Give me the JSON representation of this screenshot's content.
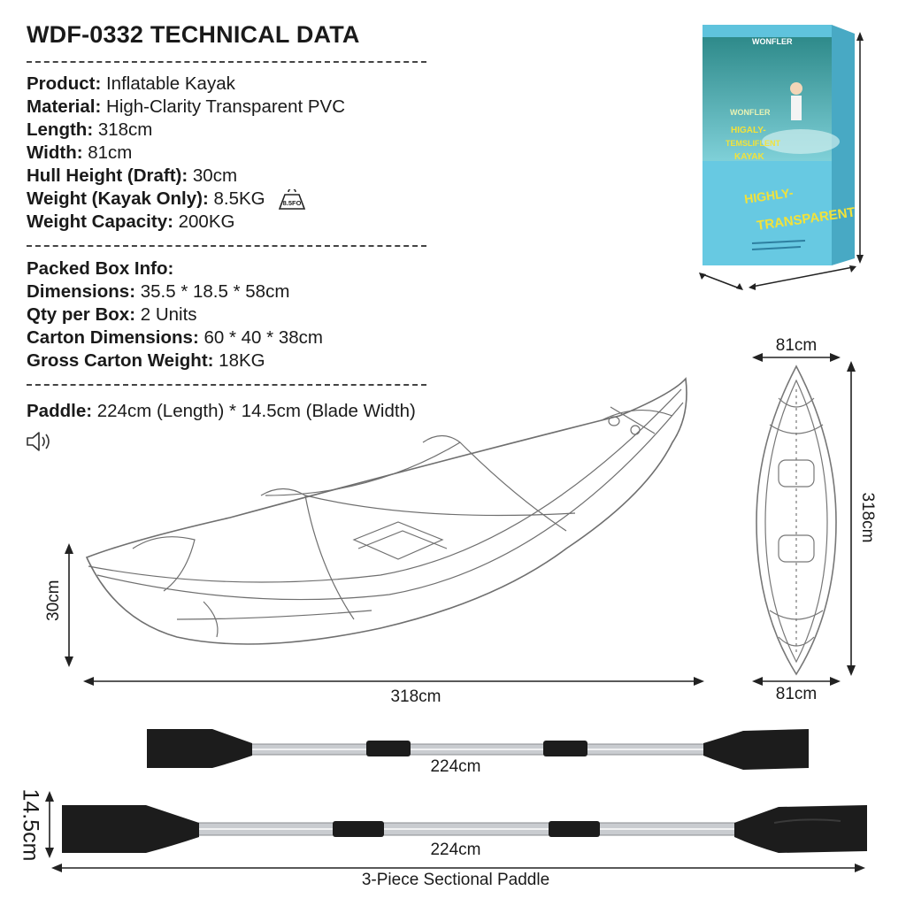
{
  "title": "WDF-0332 TECHNICAL DATA",
  "specs": [
    {
      "label": "Product:",
      "value": " Inflatable Kayak"
    },
    {
      "label": "Material:",
      "value": " High-Clarity Transparent PVC"
    },
    {
      "label": "Length:",
      "value": " 318cm"
    },
    {
      "label": "Width:",
      "value": " 81cm"
    },
    {
      "label": "Hull Height (Draft):",
      "value": " 30cm"
    },
    {
      "label": "Weight (Kayak Only):",
      "value": " 8.5KG"
    },
    {
      "label": "Weight Capacity:",
      "value": " 200KG"
    }
  ],
  "weight_badge": "8.5FO",
  "box": {
    "heading": "Packed Box Info:",
    "items": [
      {
        "label": "Dimensions:",
        "value": " 35.5 * 18.5 * 58cm"
      },
      {
        "label": "Qty per Box:",
        "value": " 2 Units"
      },
      {
        "label": "Carton Dimensions:",
        "value": " 60 * 40 * 38cm"
      },
      {
        "label": "Gross Carton Weight:",
        "value": " 18KG"
      }
    ]
  },
  "paddle": {
    "label": "Paddle:",
    "value": " 224cm (Length) * 14.5cm (Blade Width)"
  },
  "speaker_icon": "speaker-icon",
  "package": {
    "brand": "WONFLER",
    "line1": "HIGALY-",
    "line2": "TEMSLIFLENT",
    "line3": "KAYAK",
    "big1": "HIGHLY-",
    "big2": "TRANSPARENT"
  },
  "dimensions": {
    "side_height": "30cm",
    "side_length": "318cm",
    "top_width_top": "81cm",
    "top_width_bottom": "81cm",
    "top_length": "318cm",
    "paddle1_length": "224cm",
    "paddle2_length": "224cm",
    "blade_width": "14.5cm",
    "paddle_caption": "3-Piece Sectional Paddle"
  },
  "colors": {
    "box_blue": "#5fc3dd",
    "box_yellow": "#f2e23a",
    "blade": "#1c1c1c",
    "shaft": "#c9ccd0"
  }
}
